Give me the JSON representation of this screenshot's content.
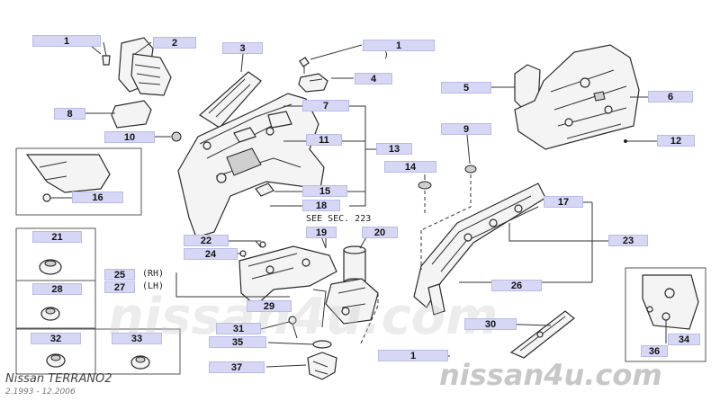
{
  "diagram": {
    "see_sec": "SEE SEC. 223",
    "rh": "(RH)",
    "lh": "(LH)",
    "paren": ")",
    "callouts": {
      "c1a": "1",
      "c2": "2",
      "c3": "3",
      "c1b": "1",
      "c4": "4",
      "c5": "5",
      "c6": "6",
      "c7": "7",
      "c8": "8",
      "c9": "9",
      "c10": "10",
      "c11": "11",
      "c12": "12",
      "c13": "13",
      "c14": "14",
      "c15": "15",
      "c16": "16",
      "c17": "17",
      "c18": "18",
      "c19": "19",
      "c20": "20",
      "c21": "21",
      "c22": "22",
      "c23": "23",
      "c24": "24",
      "c25": "25",
      "c26": "26",
      "c27": "27",
      "c28": "28",
      "c29": "29",
      "c30": "30",
      "c31": "31",
      "c32": "32",
      "c33": "33",
      "c34": "34",
      "c35": "35",
      "c36": "36",
      "c37": "37",
      "c1c": "1"
    }
  },
  "footer": {
    "model": "Nissan  TERRANO2",
    "dates": "2.1993 - 12.2006"
  },
  "watermark": {
    "center": "nissan4u.com",
    "bottom": "nissan4u.com"
  }
}
